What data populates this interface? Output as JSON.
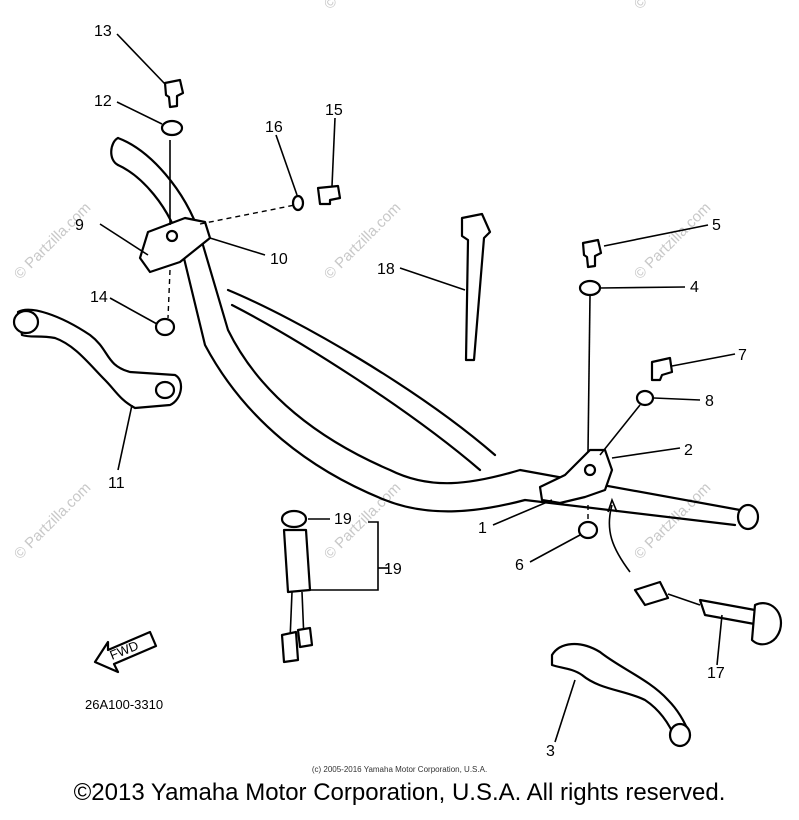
{
  "diagram": {
    "reference_code": "26A100-3310",
    "fwd_label": "FWD",
    "callouts": {
      "c1": "1",
      "c2": "2",
      "c3": "3",
      "c4": "4",
      "c5": "5",
      "c6": "6",
      "c7": "7",
      "c8": "8",
      "c9": "9",
      "c10": "10",
      "c11": "11",
      "c12": "12",
      "c13": "13",
      "c14": "14",
      "c15": "15",
      "c16": "16",
      "c17": "17",
      "c18": "18",
      "c19a": "19",
      "c19b": "19"
    },
    "watermark": "© Partzilla.com"
  },
  "footer": {
    "small_copyright": "(c) 2005-2016 Yamaha Motor Corporation, U.S.A.",
    "copyright": "©2013 Yamaha Motor Corporation, U.S.A. All rights reserved."
  }
}
